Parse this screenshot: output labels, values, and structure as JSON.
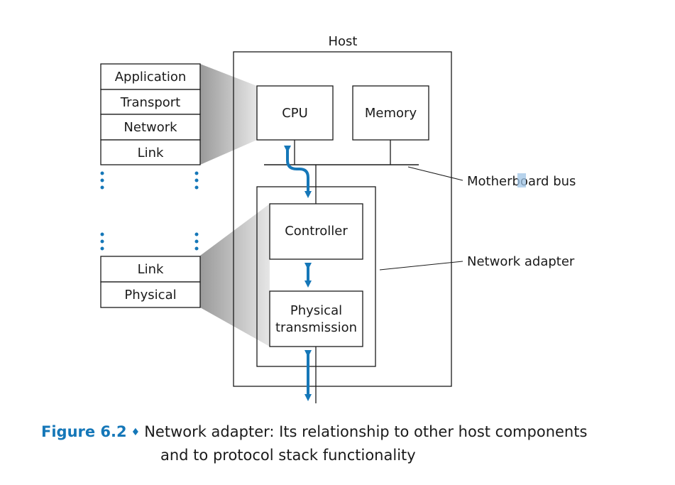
{
  "diagram": {
    "host_label": "Host",
    "cpu_label": "CPU",
    "memory_label": "Memory",
    "controller_label": "Controller",
    "physical_transmission_line1": "Physical",
    "physical_transmission_line2": "transmission",
    "motherboard_bus_label_a": "Motherb",
    "motherboard_bus_label_b": "o",
    "motherboard_bus_label_c": "ard bus",
    "network_adapter_label": "Network adapter",
    "stack_upper": [
      "Application",
      "Transport",
      "Network",
      "Link"
    ],
    "stack_lower": [
      "Link",
      "Physical"
    ]
  },
  "caption": {
    "figure_number": "Figure 6.2",
    "symbol": "♦",
    "line1": "Network adapter: Its relationship to other host components",
    "line2": "and to protocol stack functionality"
  },
  "colors": {
    "accent": "#1577b8",
    "line": "#1a1a1a",
    "funnel": "#cfcfcf"
  }
}
